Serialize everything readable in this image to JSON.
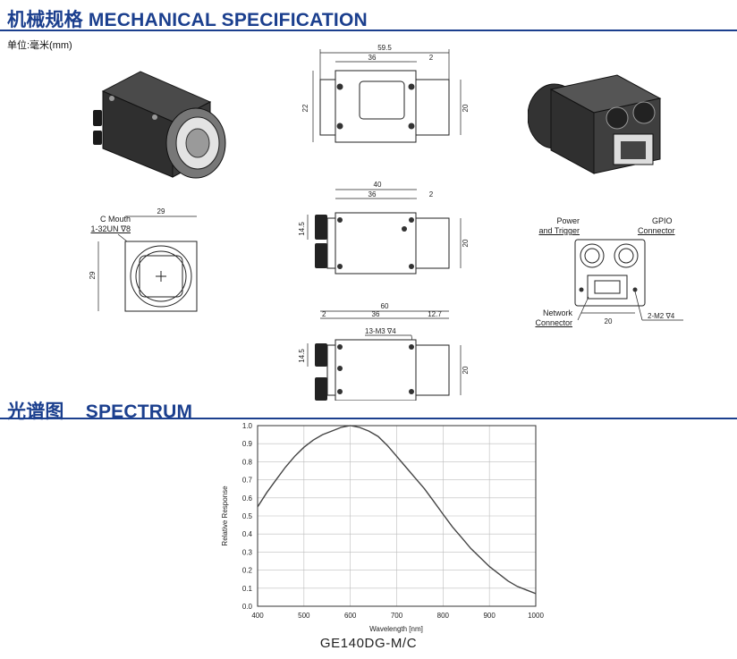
{
  "mechanical": {
    "title": "机械规格 MECHANICAL SPECIFICATION",
    "unit_note": "单位:毫米(mm)",
    "top_view": {
      "overall": "59.5",
      "body": "36",
      "flange": "2",
      "height_left": "22",
      "height_right": "20"
    },
    "front_view": {
      "width": "29",
      "height": "29",
      "mount_line1": "C Mouth",
      "mount_line2": "1-32UN ∇8"
    },
    "side_view": {
      "overall": "40",
      "body": "36",
      "flange": "2",
      "height_left": "14.5",
      "height_right": "20"
    },
    "bottom_view": {
      "overall": "60",
      "flange": "2",
      "body": "36",
      "tail": "12.7",
      "hole_note": "13-M3 ∇4",
      "height_left": "14.5",
      "height_right": "20"
    },
    "rear_view": {
      "power_line1": "Power",
      "power_line2": "and Trigger",
      "gpio_line1": "GPIO",
      "gpio_line2": "Connector",
      "network_line1": "Network",
      "network_line2": "Connector",
      "width": "20",
      "hole_note": "2-M2 ∇4"
    }
  },
  "spectrum": {
    "title": "光谱图    SPECTRUM",
    "caption": "GE140DG-M/C"
  },
  "chart_data": {
    "type": "line",
    "title": "",
    "xlabel": "Wavelength [nm]",
    "ylabel": "Relative Response",
    "xlim": [
      400,
      1000
    ],
    "ylim": [
      0,
      1.0
    ],
    "x_ticks": [
      "400",
      "500",
      "600",
      "700",
      "800",
      "900",
      "1000"
    ],
    "y_ticks": [
      "0.0",
      "0.1",
      "0.2",
      "0.3",
      "0.4",
      "0.5",
      "0.6",
      "0.7",
      "0.8",
      "0.9",
      "1.0"
    ],
    "grid": true,
    "series": [
      {
        "x": [
          400,
          420,
          440,
          460,
          480,
          500,
          520,
          540,
          560,
          580,
          600,
          620,
          640,
          660,
          680,
          700,
          720,
          740,
          760,
          780,
          800,
          820,
          840,
          860,
          880,
          900,
          920,
          940,
          960,
          980,
          1000
        ],
        "y": [
          0.55,
          0.63,
          0.7,
          0.77,
          0.83,
          0.88,
          0.92,
          0.95,
          0.97,
          0.99,
          1.0,
          0.99,
          0.97,
          0.94,
          0.89,
          0.83,
          0.77,
          0.71,
          0.65,
          0.58,
          0.51,
          0.44,
          0.38,
          0.32,
          0.27,
          0.22,
          0.18,
          0.14,
          0.11,
          0.09,
          0.07
        ]
      }
    ]
  }
}
